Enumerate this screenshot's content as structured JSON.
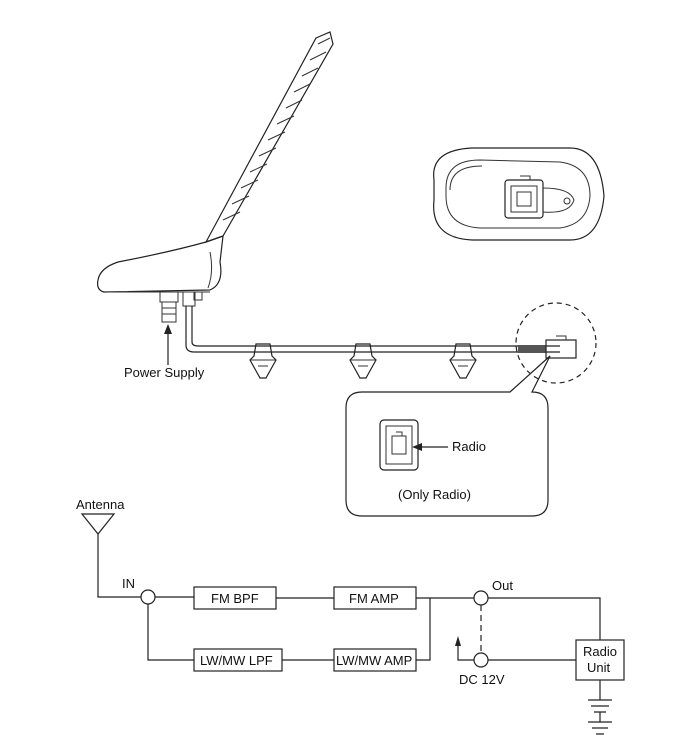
{
  "labels": {
    "power_supply": "Power Supply",
    "radio": "Radio",
    "only_radio": "(Only Radio)"
  },
  "circuit": {
    "antenna": "Antenna",
    "in": "IN",
    "fm_bpf": "FM BPF",
    "fm_amp": "FM AMP",
    "lwmw_lpf": "LW/MW LPF",
    "lwmw_amp": "LW/MW AMP",
    "out": "Out",
    "dc": "DC 12V",
    "radio_unit_1": "Radio",
    "radio_unit_2": "Unit"
  }
}
